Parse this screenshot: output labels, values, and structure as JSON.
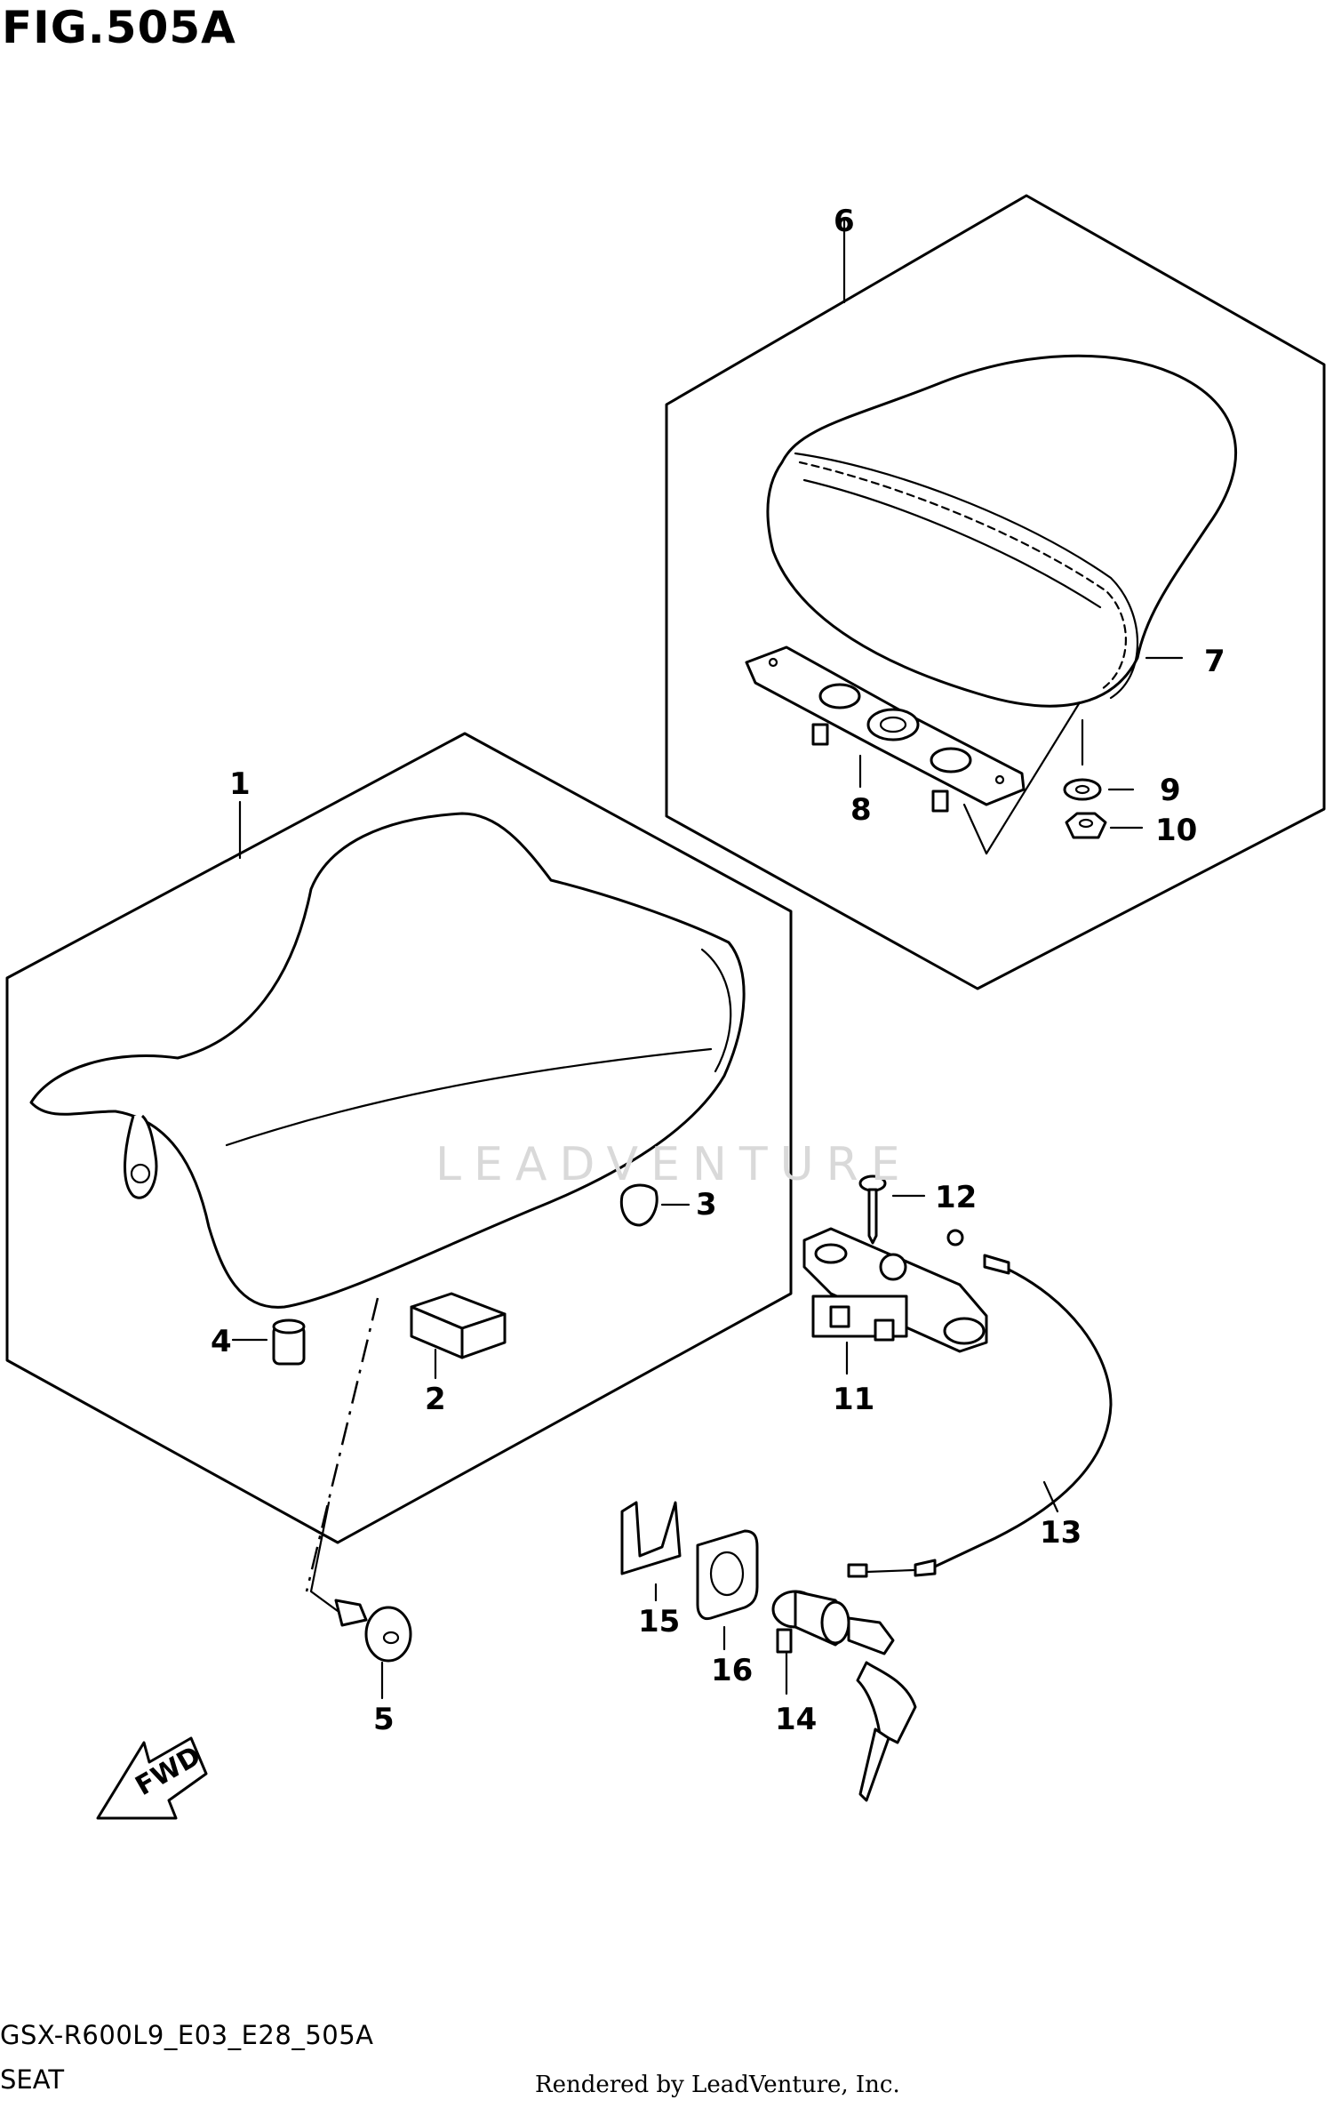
{
  "figure": {
    "title": "FIG.505A",
    "model_code": "GSX-R600L9_E03_E28_505A",
    "section_name": "SEAT",
    "rendered_by": "Rendered by LeadVenture, Inc.",
    "watermark": "LEADVENTURE"
  },
  "callouts": [
    {
      "id": "1",
      "label": "1"
    },
    {
      "id": "2",
      "label": "2"
    },
    {
      "id": "3",
      "label": "3"
    },
    {
      "id": "4",
      "label": "4"
    },
    {
      "id": "5",
      "label": "5"
    },
    {
      "id": "6",
      "label": "6"
    },
    {
      "id": "7",
      "label": "7"
    },
    {
      "id": "8",
      "label": "8"
    },
    {
      "id": "9",
      "label": "9"
    },
    {
      "id": "10",
      "label": "10"
    },
    {
      "id": "11",
      "label": "11"
    },
    {
      "id": "12",
      "label": "12"
    },
    {
      "id": "13",
      "label": "13"
    },
    {
      "id": "14",
      "label": "14"
    },
    {
      "id": "15",
      "label": "15"
    },
    {
      "id": "16",
      "label": "16"
    }
  ],
  "fwd_arrow": {
    "label": "FWD"
  }
}
